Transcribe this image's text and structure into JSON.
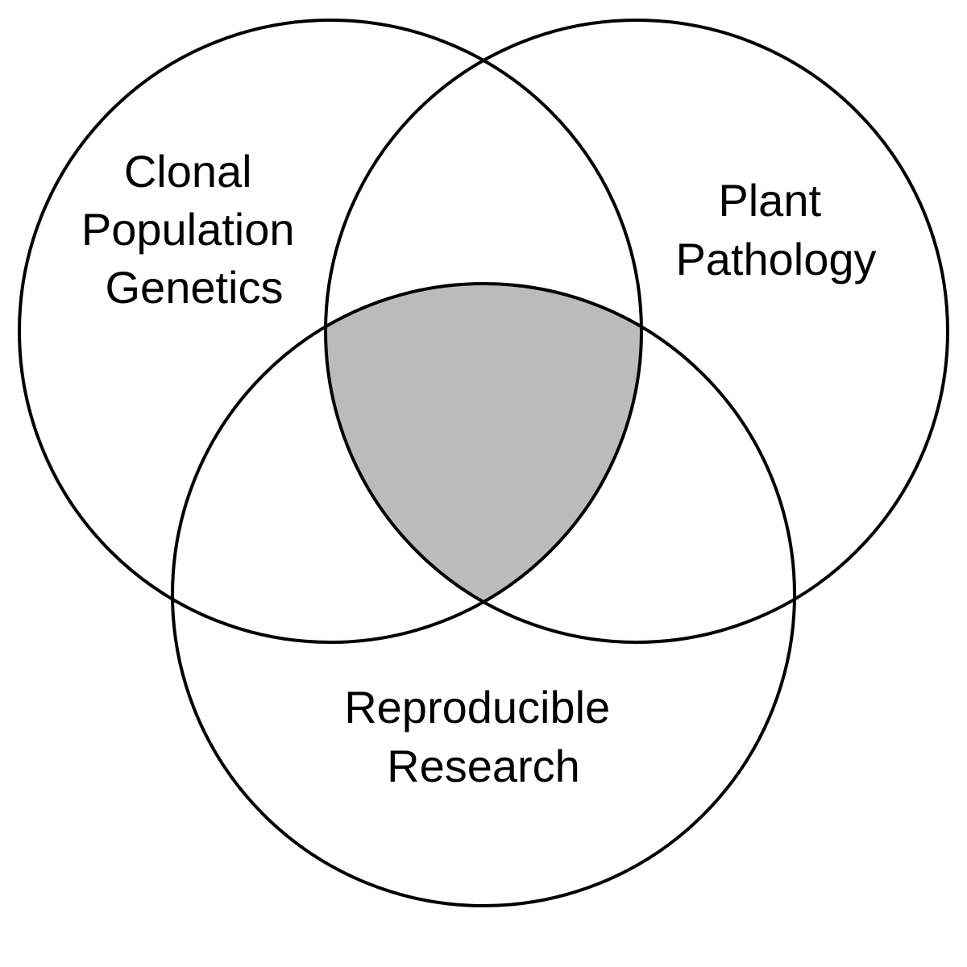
{
  "diagram": {
    "type": "venn",
    "sets": [
      {
        "id": "clonal",
        "label_lines": [
          "Clonal",
          "Population",
          "Genetics"
        ]
      },
      {
        "id": "plant",
        "label_lines": [
          "Plant",
          "Pathology"
        ]
      },
      {
        "id": "repro",
        "label_lines": [
          "Reproducible",
          "Research"
        ]
      }
    ],
    "highlighted_region": "intersection of all three sets",
    "colors": {
      "stroke": "#000000",
      "highlight_fill": "#bbbbbb",
      "background": "#ffffff"
    }
  }
}
